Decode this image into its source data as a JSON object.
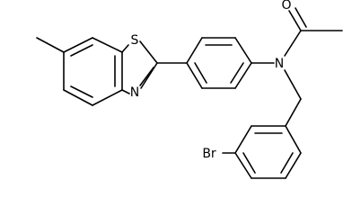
{
  "molecule": {
    "atoms": {
      "sulfur": "S",
      "nitrogen_thiazole": "N",
      "nitrogen_amide": "N",
      "oxygen": "O",
      "bromine": "Br"
    }
  }
}
